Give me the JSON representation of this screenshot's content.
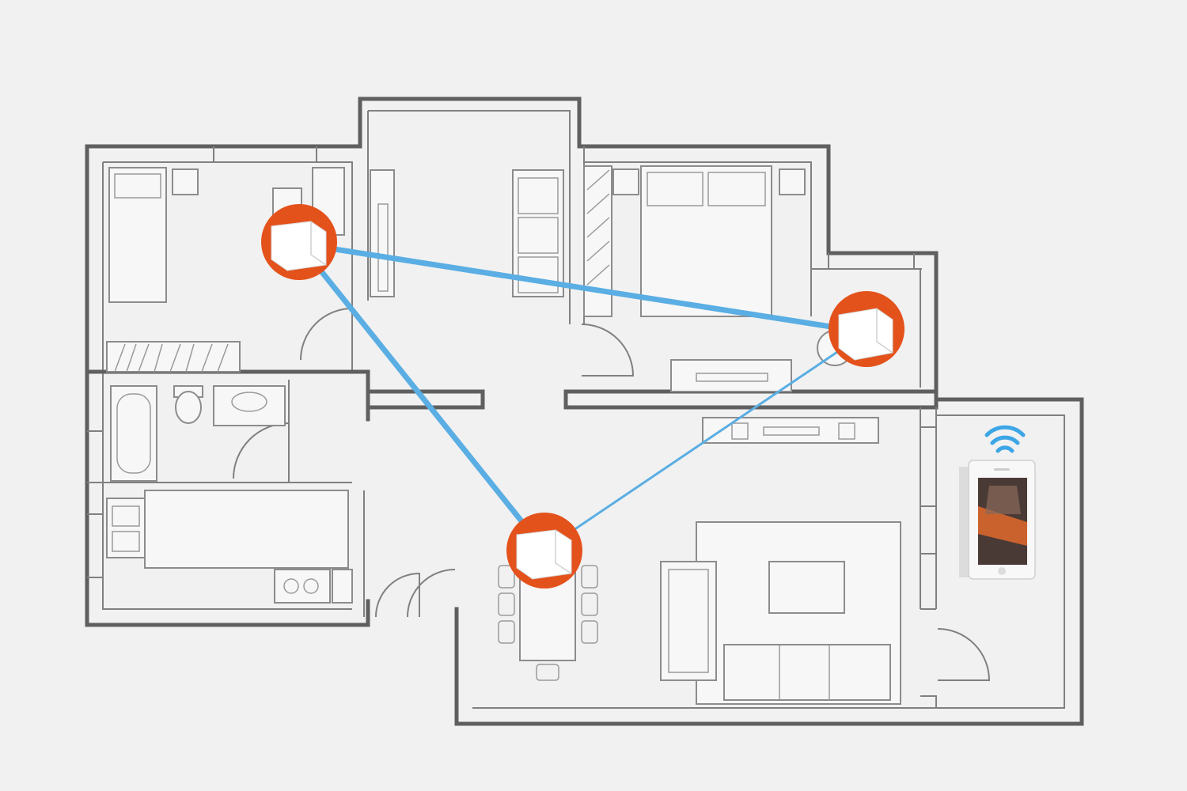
{
  "diagram": {
    "type": "floor-plan",
    "nodes": [
      {
        "id": "node-1",
        "room": "bedroom-left",
        "device": "mesh-router"
      },
      {
        "id": "node-2",
        "room": "bedroom-right",
        "device": "mesh-router"
      },
      {
        "id": "node-3",
        "room": "dining",
        "device": "mesh-router"
      }
    ],
    "links": [
      {
        "from": "node-1",
        "to": "node-2",
        "style": "thick"
      },
      {
        "from": "node-1",
        "to": "node-3",
        "style": "thick"
      },
      {
        "from": "node-3",
        "to": "node-2",
        "style": "thin"
      }
    ],
    "client": {
      "device": "smartphone",
      "signal": "wifi"
    },
    "colors": {
      "walls": "#5f5f5f",
      "furniture": "#8c8c8c",
      "link": "#5aaee3",
      "node_ring": "#e4521c",
      "node_fill": "#ffffff",
      "background": "#f1f1f1",
      "wifi_icon": "#3ca6e6"
    }
  }
}
